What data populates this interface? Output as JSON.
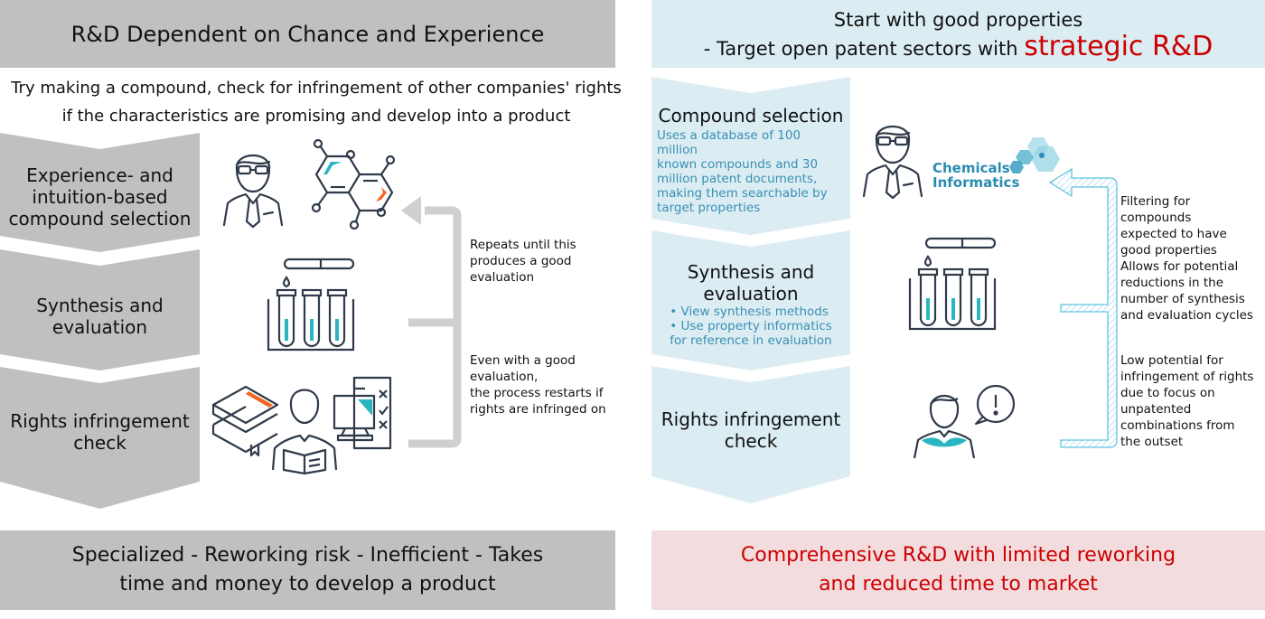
{
  "left": {
    "title": "R&D Dependent on Chance and Experience",
    "subtitle_line1": "Try making a compound, check for infringement of other companies' rights",
    "subtitle_line2": "if the characteristics are promising and develop into a product",
    "steps": [
      {
        "label_lines": [
          "Experience- and",
          "intuition-based",
          "compound selection"
        ]
      },
      {
        "label_lines": [
          "Synthesis and",
          "evaluation"
        ]
      },
      {
        "label_lines": [
          "Rights infringement",
          "check"
        ]
      }
    ],
    "notes": {
      "repeat": [
        "Repeats until this",
        "produces a good",
        "evaluation"
      ],
      "restart": [
        "Even with a good",
        "evaluation,",
        "the process restarts if",
        "rights are infringed on"
      ]
    },
    "footer_line1": "Specialized - Reworking risk - Inefficient - Takes",
    "footer_line2": "time and money to develop a product"
  },
  "right": {
    "title_line1": "Start with good properties",
    "title_line2_prefix": "- Target open patent sectors with ",
    "title_line2_highlight": "strategic R&D",
    "steps": [
      {
        "title": "Compound selection",
        "desc_lines": [
          "Uses a database of 100 million",
          "known compounds and 30",
          "million patent documents,",
          "making them searchable by",
          "target properties"
        ]
      },
      {
        "title_lines": [
          "Synthesis and",
          "evaluation"
        ],
        "desc_lines": [
          "• View synthesis methods",
          "• Use property informatics",
          "for reference in evaluation"
        ]
      },
      {
        "title_lines": [
          "Rights infringement",
          "check"
        ]
      }
    ],
    "logo": {
      "line1": "Chemicals",
      "line2": "Informatics"
    },
    "notes": {
      "filtering": [
        "Filtering for",
        "compounds",
        "expected to have",
        "good properties",
        "Allows for potential",
        "reductions in the",
        "number of synthesis",
        "and evaluation cycles"
      ],
      "low_risk": [
        "Low potential for",
        "infringement of rights",
        "due to focus on",
        "unpatented",
        "combinations from",
        "the outset"
      ]
    },
    "footer_line1": "Comprehensive R&D with limited reworking",
    "footer_line2": "and reduced time to market"
  },
  "colors": {
    "gray_panel": "#c0c0c0",
    "blue_panel": "#dbedf3",
    "pink_panel": "#f3dcde",
    "accent_red": "#cc0000",
    "accent_teal": "#29b6c0",
    "accent_orange": "#f26522",
    "icon_stroke": "#2f3b4a",
    "arrow_blue": "#5ec4e0"
  }
}
